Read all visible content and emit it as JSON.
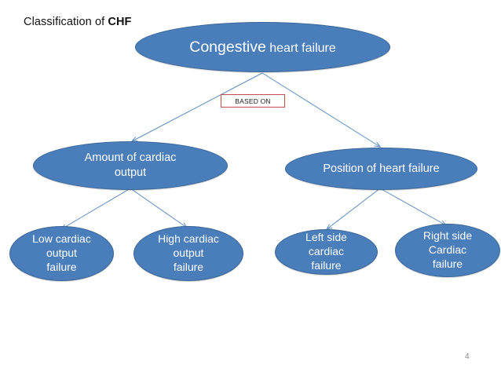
{
  "slide": {
    "title_prefix": "Classification of ",
    "title_emphasis": "CHF",
    "page_number": "4",
    "background_color": "#ffffff"
  },
  "theme": {
    "node_fill": "#4A7EBB",
    "node_border": "#3A6699",
    "node_text_color": "#ffffff",
    "connector_color": "#5B8DC0",
    "based_on_border": "#C0504D",
    "page_number_color": "#8a8a8a"
  },
  "diagram": {
    "type": "tree",
    "root": {
      "id": "congestive-heart-failure",
      "text_emphasis": "Congestive",
      "text_rest": " heart failure",
      "full_text": "Congestive heart failure"
    },
    "relation_label": "BASED ON",
    "level2": [
      {
        "id": "amount-of-cardiac-output",
        "text": "Amount of cardiac\noutput",
        "children": [
          {
            "id": "low-cardiac-output-failure",
            "text": "Low  cardiac\noutput\nfailure"
          },
          {
            "id": "high-cardiac-output-failure",
            "text": "High cardiac\noutput\nfailure"
          }
        ]
      },
      {
        "id": "position-of-heart-failure",
        "text": "Position of heart failure",
        "children": [
          {
            "id": "left-side-cardiac-failure",
            "text": "Left side\ncardiac\nfailure"
          },
          {
            "id": "right-side-cardiac-failure",
            "text": "Right side\nCardiac\nfailure"
          }
        ]
      }
    ]
  }
}
